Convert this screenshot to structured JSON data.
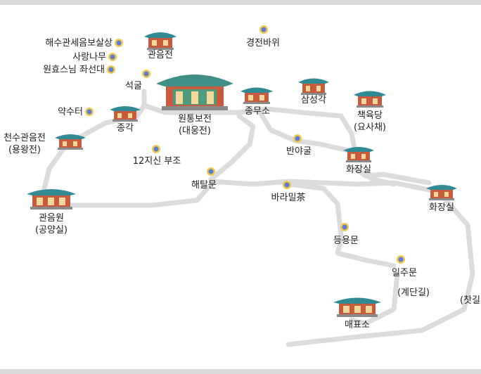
{
  "map": {
    "path_color": "#dcdcdc",
    "roof_color": "#2f8a96",
    "wall_color": "#c65b3d",
    "poi_icon": "lotus-icon",
    "poi_color": "#5b7bd6"
  },
  "labels": {
    "haesu": "해수관세음보살상",
    "sarang": "사랑나무",
    "wonhyo": "원효스님 좌선대",
    "gwaneumjeon": "관음전",
    "gyeongjeon": "경전바위",
    "seokgul": "석굴",
    "wontong": "원통보전",
    "wontong_sub": "(대웅전)",
    "jongmuso": "종무소",
    "samseong": "삼성각",
    "chaekyuk": "책육당",
    "chaekyuk_sub": "(요사채)",
    "yaksuteo": "약수터",
    "jonggak": "종각",
    "cheonsu": "천수관음전",
    "cheonsu_sub": "(용왕전)",
    "sibiji": "12지신 부조",
    "banyagul": "반야굴",
    "hwajang1": "화장실",
    "haetal": "해탈문",
    "baramil": "바라밀茶",
    "hwajang2": "화장실",
    "gwaneumwon": "관음원",
    "gwaneumwon_sub": "(공양실)",
    "deungyong": "등용문",
    "iljumun": "일주문",
    "gyedan": "(계단길)",
    "maepyoso": "매표소",
    "chatgil": "(찻길"
  }
}
